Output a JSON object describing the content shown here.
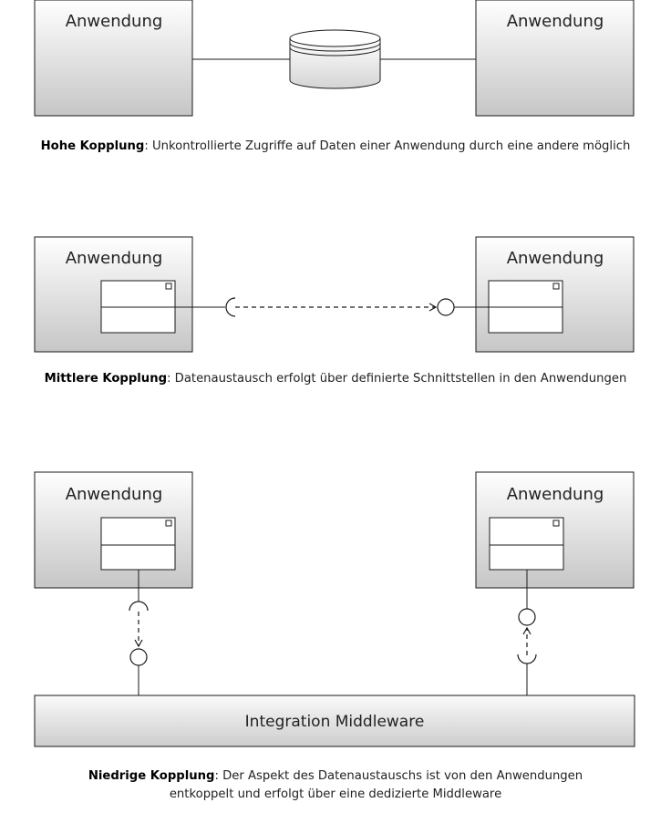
{
  "colors": {
    "box_gradient_top": "#ffffff",
    "box_gradient_bottom": "#c8c8c8",
    "stroke": "#1a1a1a"
  },
  "sections": [
    {
      "box_left": "Anwendung",
      "box_right": "Anwendung",
      "caption_bold": "Hohe Kopplung",
      "caption_rest": ": Unkontrollierte Zugriffe auf Daten einer Anwendung durch eine andere möglich"
    },
    {
      "box_left": "Anwendung",
      "box_right": "Anwendung",
      "caption_bold": "Mittlere Kopplung",
      "caption_rest": ": Datenaustausch erfolgt über definierte Schnittstellen in den Anwendungen"
    },
    {
      "box_left": "Anwendung",
      "box_right": "Anwendung",
      "middleware": "Integration Middleware",
      "caption_bold": "Niedrige Kopplung",
      "caption_rest": ": Der Aspekt des Datenaustauschs ist von den Anwendungen",
      "caption_line2": "entkoppelt und erfolgt über eine dedizierte Middleware"
    }
  ]
}
